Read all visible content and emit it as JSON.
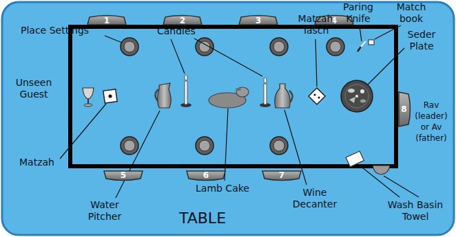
{
  "diagram": {
    "nodes": [
      {
        "text": [
          "1"
        ]
      },
      {
        "text": [
          "2"
        ]
      },
      {
        "text": [
          "3"
        ]
      },
      {
        "text": [
          "4"
        ]
      },
      {
        "text": [
          "8"
        ]
      },
      {
        "text": [
          "5"
        ]
      },
      {
        "text": [
          "6"
        ]
      },
      {
        "text": [
          "7"
        ]
      }
    ],
    "labels": [
      "Paring Knife",
      "Match book",
      "Place Settings",
      "Candles",
      "Matzah Tasch",
      "Seder Plate",
      "Unseen Guest",
      "Rav (leader) or Av (father)",
      "Matzah",
      "Lamb Cake",
      "Wine Decanter",
      "Water Pitcher",
      "Wash Basin Towel",
      "TABLE"
    ]
  }
}
